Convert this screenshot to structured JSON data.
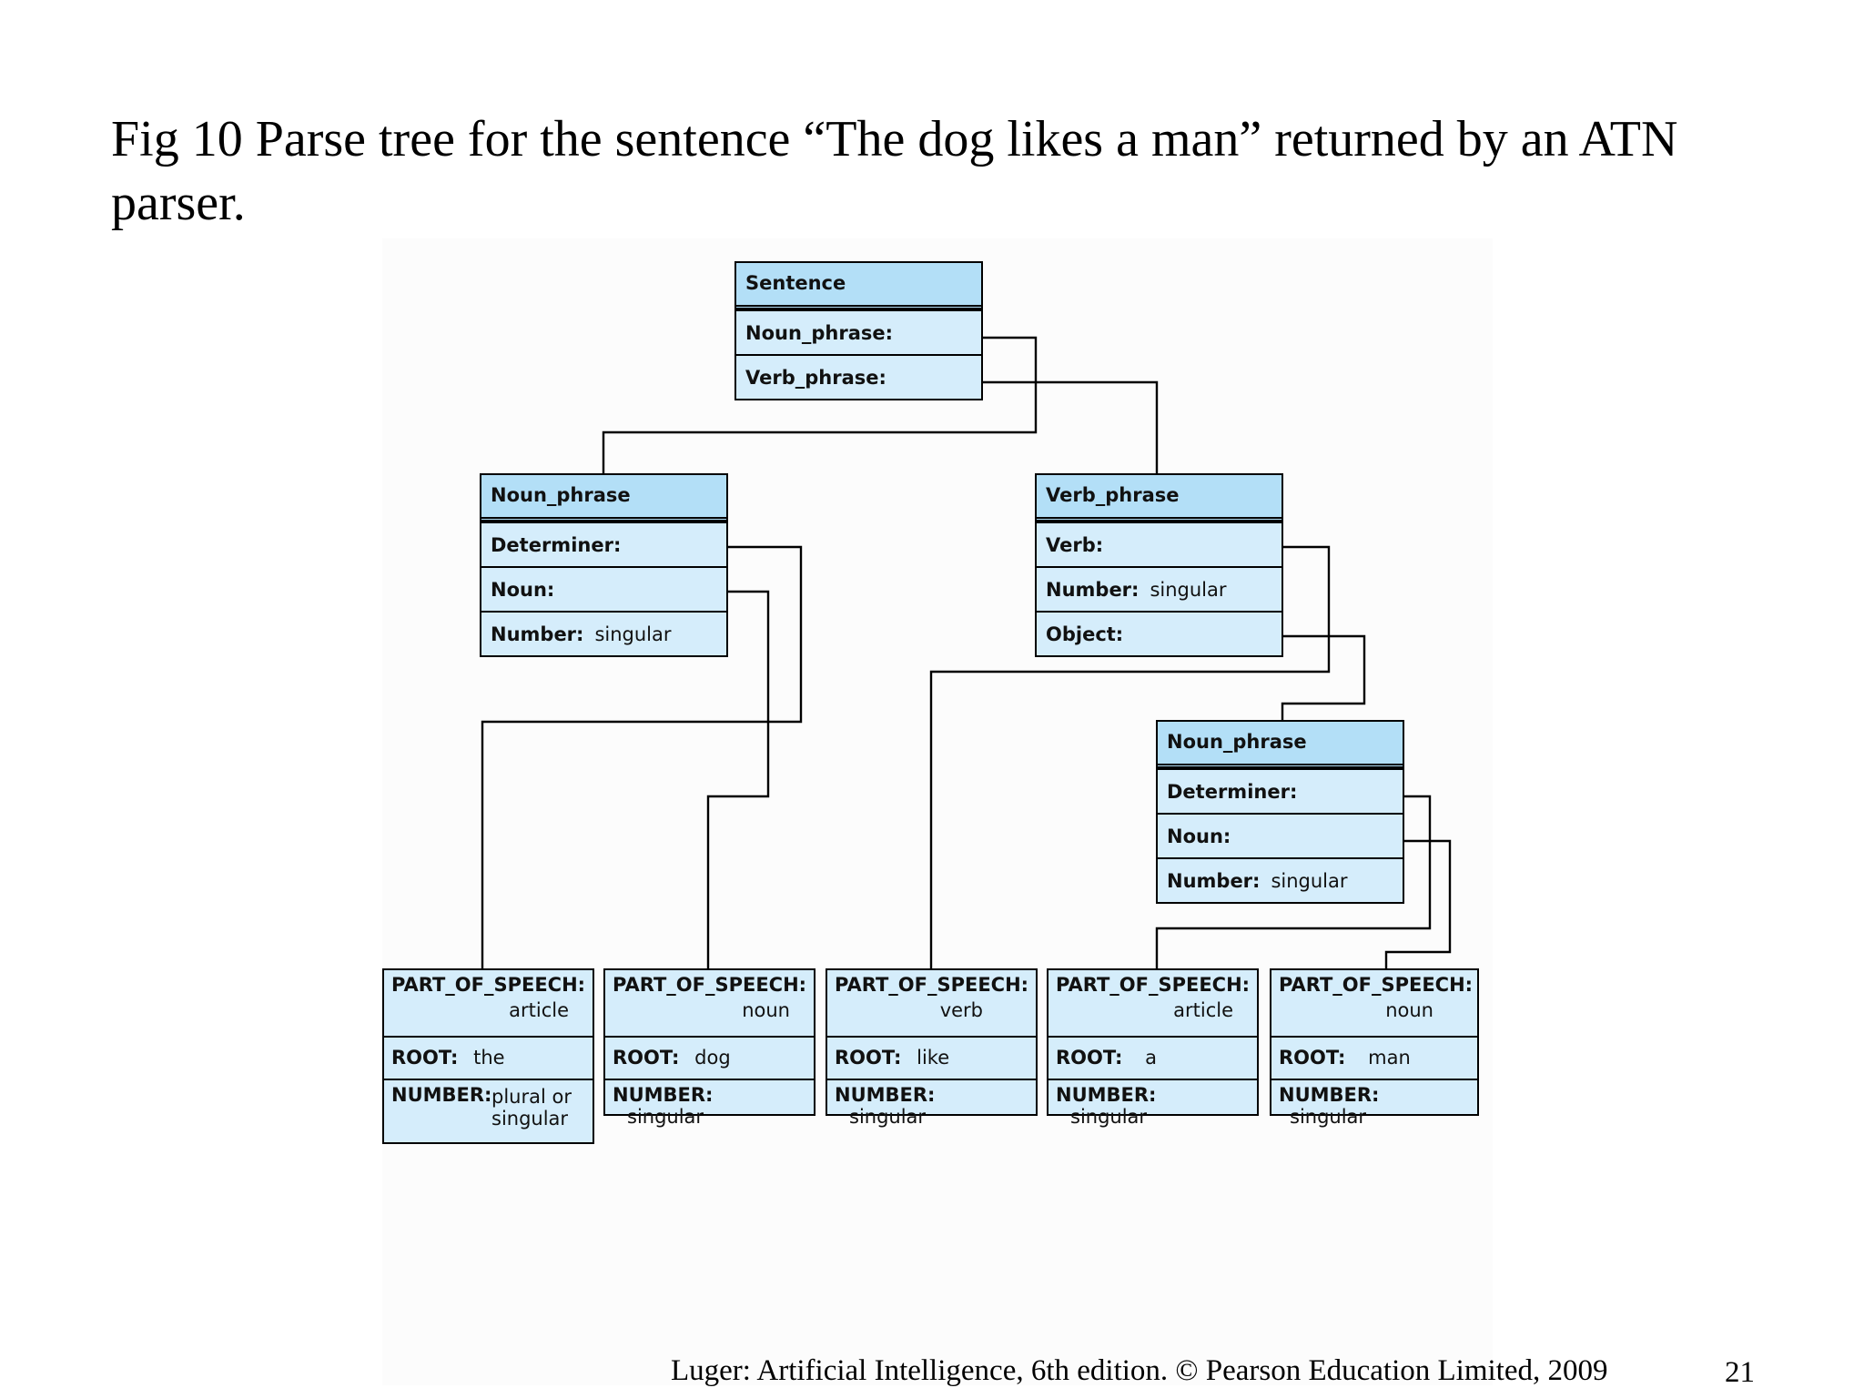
{
  "title": "Fig 10 Parse tree for the sentence “The dog likes a man” returned by an ATN parser.",
  "sentence": {
    "header": "Sentence",
    "noun_phrase": "Noun_phrase:",
    "verb_phrase": "Verb_phrase:"
  },
  "np1": {
    "header": "Noun_phrase",
    "determiner": "Determiner:",
    "noun": "Noun:",
    "number_label": "Number:",
    "number_value": "singular"
  },
  "vp": {
    "header": "Verb_phrase",
    "verb": "Verb:",
    "number_label": "Number:",
    "number_value": "singular",
    "object": "Object:"
  },
  "np2": {
    "header": "Noun_phrase",
    "determiner": "Determiner:",
    "noun": "Noun:",
    "number_label": "Number:",
    "number_value": "singular"
  },
  "words": [
    {
      "pos_label": "PART_OF_SPEECH:",
      "pos": "article",
      "root_label": "ROOT:",
      "root": "the",
      "number_label": "NUMBER:",
      "number": "plural or singular"
    },
    {
      "pos_label": "PART_OF_SPEECH:",
      "pos": "noun",
      "root_label": "ROOT:",
      "root": "dog",
      "number_label": "NUMBER:",
      "number": "singular"
    },
    {
      "pos_label": "PART_OF_SPEECH:",
      "pos": "verb",
      "root_label": "ROOT:",
      "root": "like",
      "number_label": "NUMBER:",
      "number": "singular"
    },
    {
      "pos_label": "PART_OF_SPEECH:",
      "pos": "article",
      "root_label": "ROOT:",
      "root": "a",
      "number_label": "NUMBER:",
      "number": "singular"
    },
    {
      "pos_label": "PART_OF_SPEECH:",
      "pos": "noun",
      "root_label": "ROOT:",
      "root": "man",
      "number_label": "NUMBER:",
      "number": "singular"
    }
  ],
  "footer": "Luger: Artificial Intelligence, 6th edition. © Pearson Education Limited, 2009",
  "page_number": "21",
  "colors": {
    "frame_fill": "#d5edfb",
    "frame_header_fill": "#b3dff7",
    "line": "#000000"
  }
}
